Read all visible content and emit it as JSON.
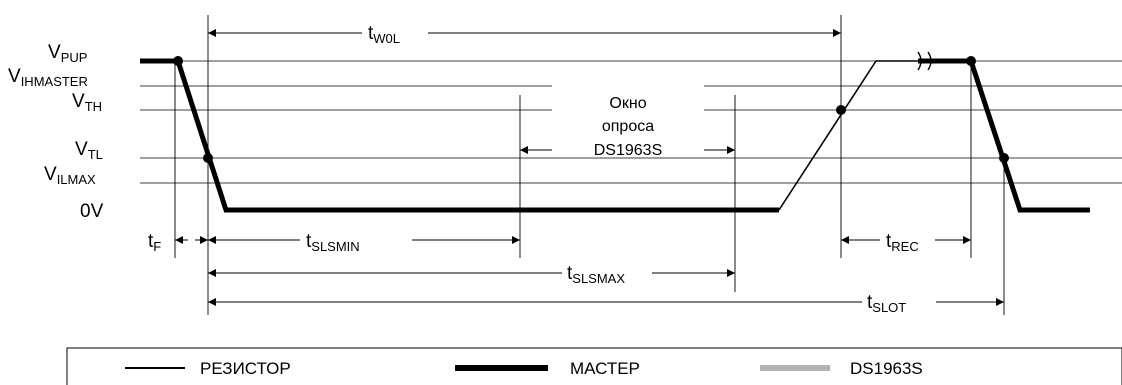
{
  "levels": {
    "vpup": {
      "main": "V",
      "sub": "PUP"
    },
    "vih": {
      "main": "V",
      "sub": "IHMASTER"
    },
    "vth": {
      "main": "V",
      "sub": "TH"
    },
    "vtl": {
      "main": "V",
      "sub": "TL"
    },
    "vilmax": {
      "main": "V",
      "sub": "ILMAX"
    },
    "zero": {
      "main": "0V"
    }
  },
  "timings": {
    "tw0l": {
      "main": "t",
      "sub": "W0L"
    },
    "tf": {
      "main": "t",
      "sub": "F"
    },
    "tslsmin": {
      "main": "t",
      "sub": "SLSMIN"
    },
    "tslsmax": {
      "main": "t",
      "sub": "SLSMAX"
    },
    "tslot": {
      "main": "t",
      "sub": "SLOT"
    },
    "trec": {
      "main": "t",
      "sub": "REC"
    }
  },
  "window": {
    "line1": "Окно",
    "line2": "опроса",
    "line3": "DS1963S"
  },
  "legend": {
    "resistor": "РЕЗИСТОР",
    "master": "МАСТЕР",
    "device": "DS1963S"
  },
  "colors": {
    "resistor": "#000000",
    "master": "#000000",
    "device": "#b3b3b3"
  }
}
